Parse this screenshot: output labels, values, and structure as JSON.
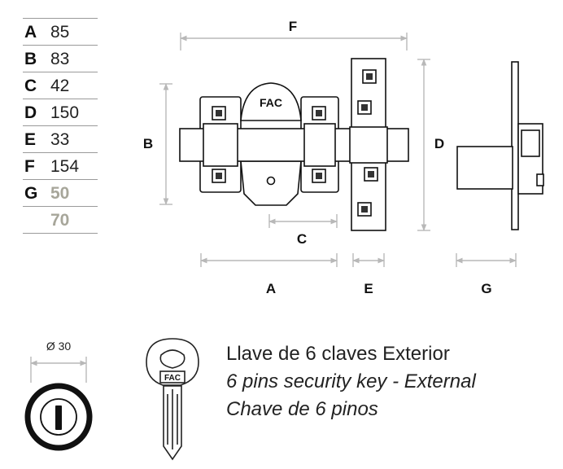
{
  "dimensions": [
    {
      "letter": "A",
      "values": [
        "85"
      ],
      "highlight": false
    },
    {
      "letter": "B",
      "values": [
        "83"
      ],
      "highlight": false
    },
    {
      "letter": "C",
      "values": [
        "42"
      ],
      "highlight": false
    },
    {
      "letter": "D",
      "values": [
        "150"
      ],
      "highlight": false
    },
    {
      "letter": "E",
      "values": [
        "33"
      ],
      "highlight": false
    },
    {
      "letter": "F",
      "values": [
        "154"
      ],
      "highlight": false
    },
    {
      "letter": "G",
      "values": [
        "50",
        "70"
      ],
      "highlight": true
    }
  ],
  "drawing_labels": {
    "A": "A",
    "B": "B",
    "C": "C",
    "D": "D",
    "E": "E",
    "F": "F",
    "G": "G"
  },
  "brand_mark": "FAC",
  "cylinder": {
    "diameter_label": "Ø 30"
  },
  "key": {
    "head_mark": "FAC"
  },
  "captions": {
    "spanish": "Llave de 6 claves Exterior",
    "english": "6 pins security key - External",
    "portuguese": "Chave de 6 pinos"
  },
  "colors": {
    "highlight_value": "#a7a69a",
    "dimension_line": "#b8b8b8"
  }
}
